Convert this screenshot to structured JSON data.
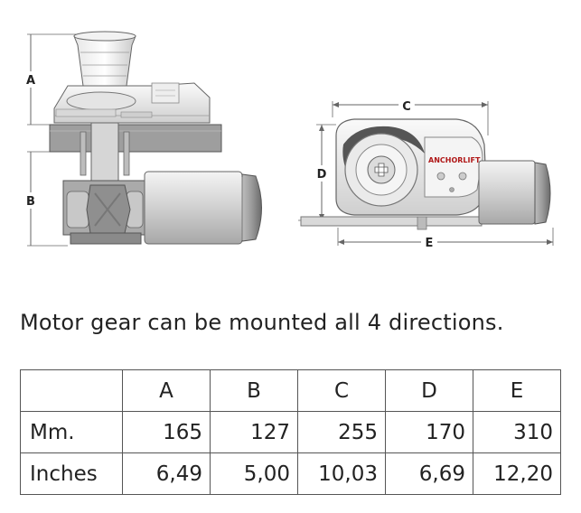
{
  "diagram": {
    "labels": {
      "a": "A",
      "b": "B",
      "c": "C",
      "d": "D",
      "e": "E"
    },
    "brand": "ANCHORLIFT"
  },
  "caption": "Motor gear can be mounted all 4 directions.",
  "table": {
    "headers": [
      "",
      "A",
      "B",
      "C",
      "D",
      "E"
    ],
    "rows": [
      {
        "label": "Mm.",
        "values": [
          "165",
          "127",
          "255",
          "170",
          "310"
        ]
      },
      {
        "label": "Inches",
        "values": [
          "6,49",
          "5,00",
          "10,03",
          "6,69",
          "12,20"
        ]
      }
    ]
  }
}
